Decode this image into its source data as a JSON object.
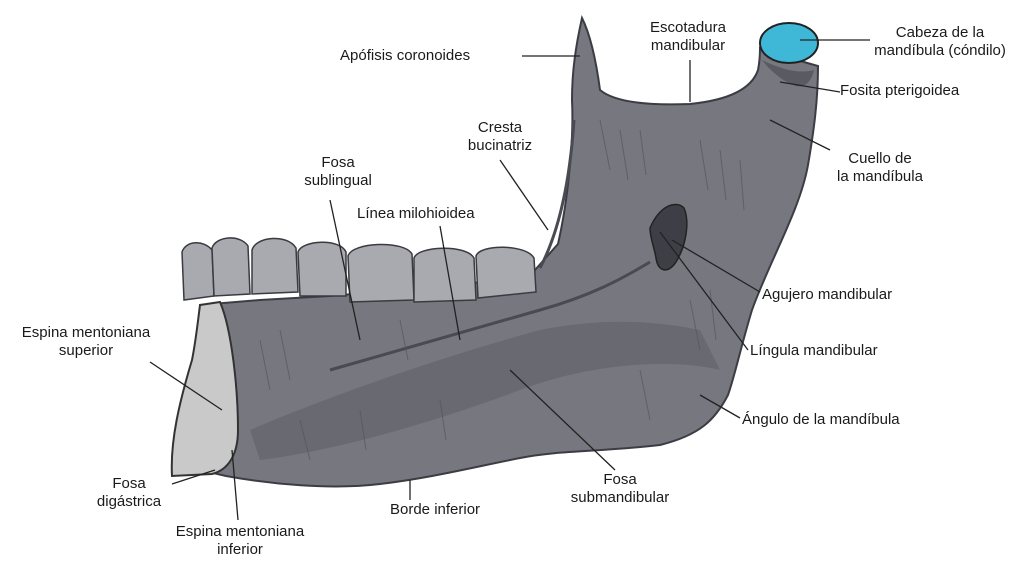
{
  "colors": {
    "bone": "#77777f",
    "bone_dark": "#5f5f68",
    "tooth": "#a9a9b0",
    "cut_surface": "#c9c9c9",
    "condyle_highlight": "#3fb8d8",
    "line": "#222222"
  },
  "labels": {
    "apofisis_coronoides": [
      "Apófisis coronoides"
    ],
    "escotadura": [
      "Escotadura",
      "mandibular"
    ],
    "cabeza": [
      "Cabeza de la",
      "mandíbula (cóndilo)"
    ],
    "fosita": [
      "Fosita pterigoidea"
    ],
    "cuello": [
      "Cuello de",
      "la mandíbula"
    ],
    "cresta": [
      "Cresta",
      "bucinatriz"
    ],
    "fosa_sublingual": [
      "Fosa",
      "sublingual"
    ],
    "linea_milohioidea": [
      "Línea milohioidea"
    ],
    "agujero": [
      "Agujero mandibular"
    ],
    "lingula": [
      "Língula mandibular"
    ],
    "espina_superior": [
      "Espina mentoniana",
      "superior"
    ],
    "angulo": [
      "Ángulo de la mandíbula"
    ],
    "fosa_digastrica": [
      "Fosa",
      "digástrica"
    ],
    "borde_inferior": [
      "Borde inferior"
    ],
    "fosa_submandibular": [
      "Fosa",
      "submandibular"
    ],
    "espina_inferior": [
      "Espina mentoniana",
      "inferior"
    ]
  }
}
